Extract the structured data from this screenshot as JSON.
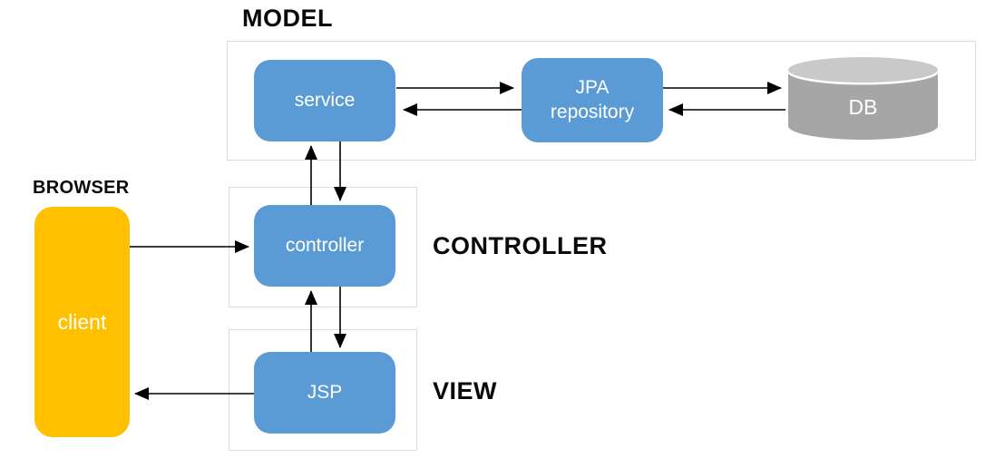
{
  "colors": {
    "box_blue": "#5b9bd5",
    "client_yellow": "#ffc000",
    "cylinder_gray": "#a6a6a6",
    "cylinder_top_gray": "#c9c9c9",
    "section_border": "#dcdcdc",
    "label_black": "#0a0a0a",
    "box_text": "#ffffff"
  },
  "sections": {
    "model": {
      "label": "MODEL"
    },
    "browser": {
      "label": "BROWSER"
    },
    "controller": {
      "label": "CONTROLLER"
    },
    "view": {
      "label": "VIEW"
    }
  },
  "nodes": {
    "service": {
      "label": "service"
    },
    "jpa_repository": {
      "line1": "JPA",
      "line2": "repository"
    },
    "db": {
      "label": "DB"
    },
    "controller": {
      "label": "controller"
    },
    "jsp": {
      "label": "JSP"
    },
    "client": {
      "label": "client"
    }
  },
  "edges": [
    {
      "from": "service",
      "to": "jpa_repository"
    },
    {
      "from": "jpa_repository",
      "to": "service"
    },
    {
      "from": "jpa_repository",
      "to": "db"
    },
    {
      "from": "db",
      "to": "jpa_repository"
    },
    {
      "from": "controller",
      "to": "service"
    },
    {
      "from": "service",
      "to": "controller"
    },
    {
      "from": "jsp",
      "to": "controller"
    },
    {
      "from": "controller",
      "to": "jsp"
    },
    {
      "from": "client",
      "to": "controller"
    },
    {
      "from": "jsp",
      "to": "client"
    }
  ]
}
